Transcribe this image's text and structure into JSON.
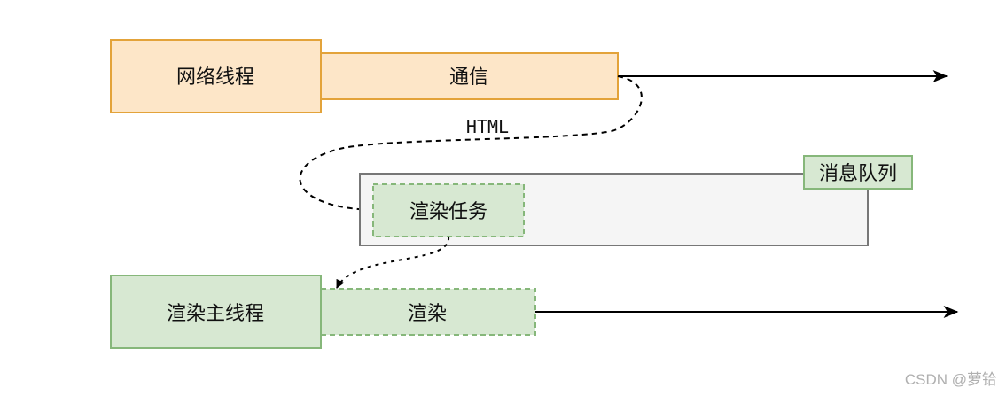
{
  "network_thread": {
    "label": "网络线程",
    "task": "通信"
  },
  "transfer_label": "HTML",
  "message_queue": {
    "label": "消息队列",
    "task": "渲染任务"
  },
  "render_thread": {
    "label": "渲染主线程",
    "task": "渲染"
  },
  "watermark": "CSDN @萝铪",
  "colors": {
    "orange_fill": "#fde6c8",
    "orange_stroke": "#e3a33a",
    "green_fill": "#d7e8d2",
    "green_stroke": "#86b77a",
    "queue_fill": "#f5f5f5",
    "queue_stroke": "#777777",
    "arrow": "#000000"
  }
}
